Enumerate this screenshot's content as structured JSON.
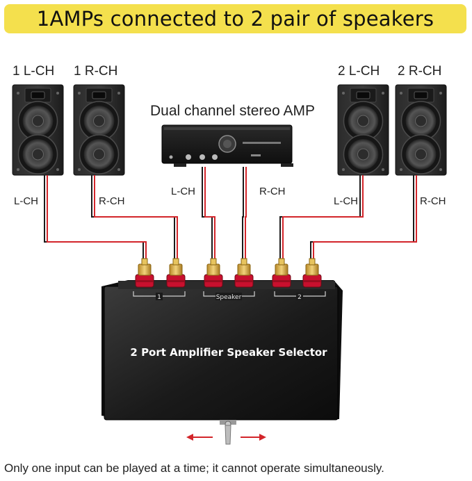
{
  "title": "1AMPs connected to 2 pair of speakers",
  "colors": {
    "banner": "#f4e04d",
    "wire_red": "#d3252a",
    "wire_black": "#1a1a1a",
    "terminal": "#c8102e",
    "gold": "#d4a63a",
    "arrow": "#d3252a"
  },
  "speakers": [
    {
      "label": "1 L-CH",
      "wire_label": "L-CH"
    },
    {
      "label": "1 R-CH",
      "wire_label": "R-CH"
    },
    {
      "label": "2 L-CH",
      "wire_label": "L-CH"
    },
    {
      "label": "2 R-CH",
      "wire_label": "R-CH"
    }
  ],
  "amplifier": {
    "title": "Dual channel stereo AMP",
    "left_label": "L-CH",
    "right_label": "R-CH"
  },
  "selector": {
    "title": "2 Port Amplifier Speaker Selector",
    "group_labels": [
      "1",
      "Speaker",
      "2"
    ]
  },
  "note": "Only one input can be played at a time; it cannot operate simultaneously."
}
